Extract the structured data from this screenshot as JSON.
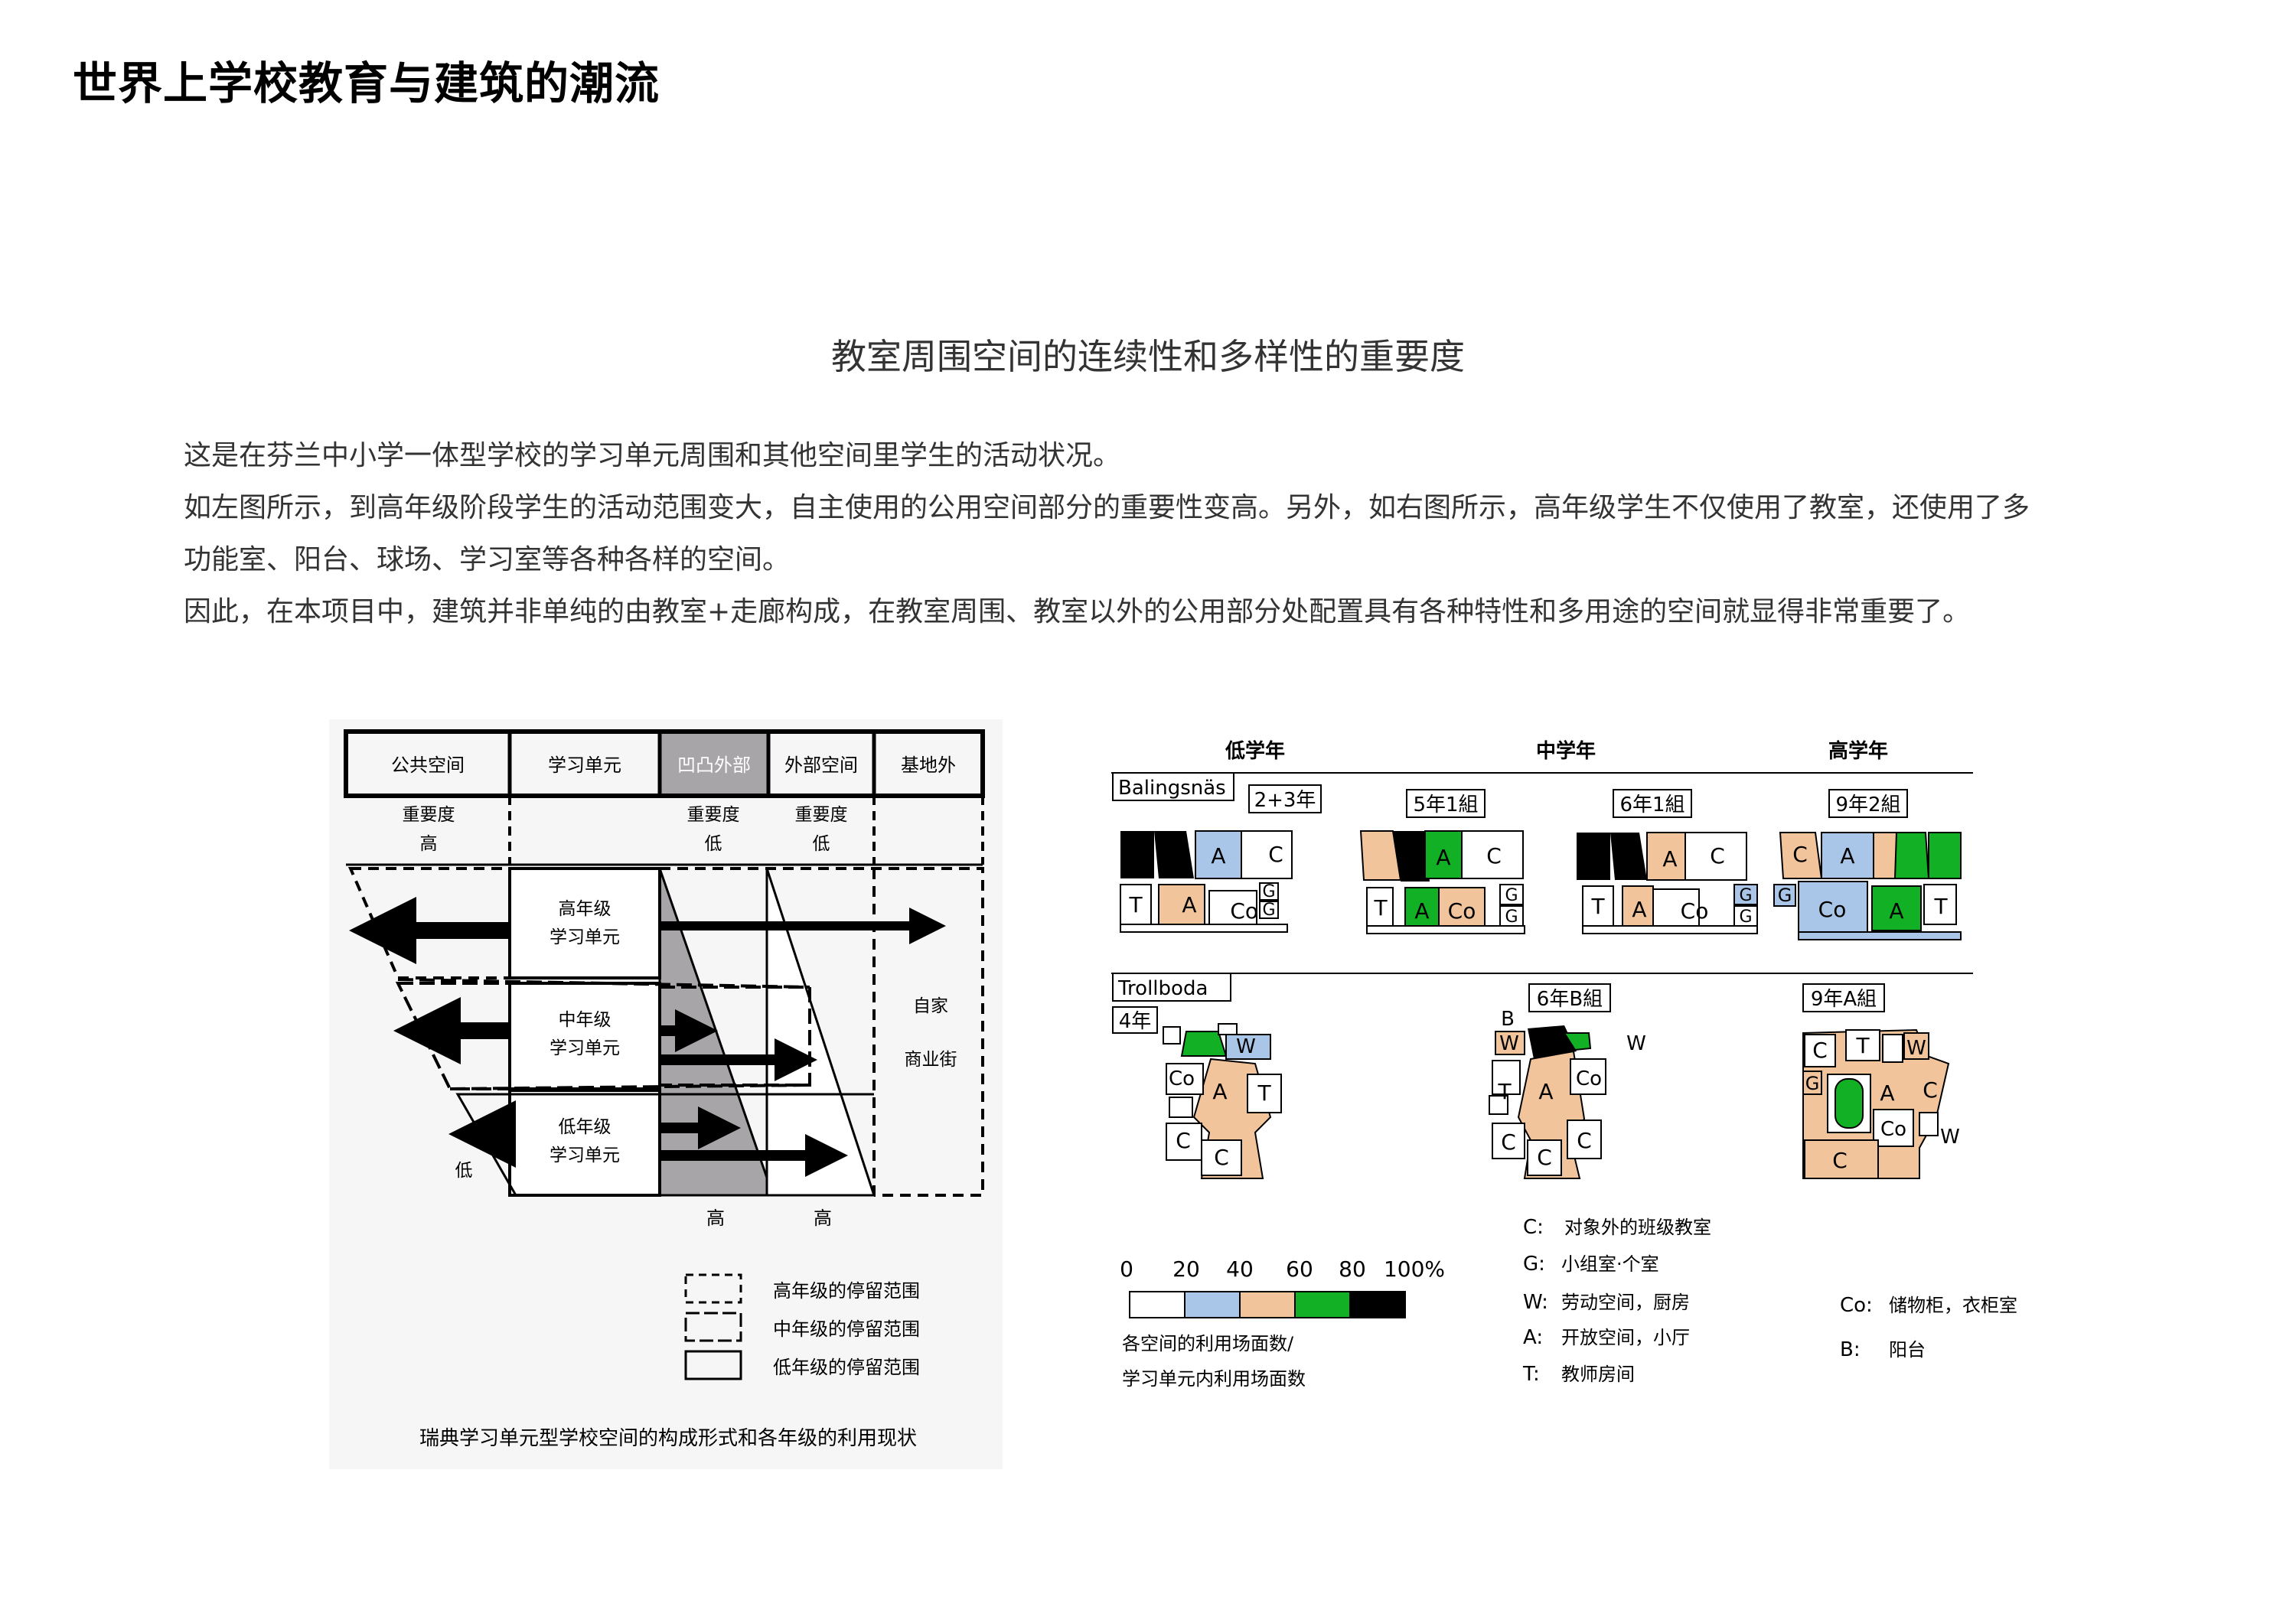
{
  "page_title": "世界上学校教育与建筑的潮流",
  "section_title": "教室周围空间的连续性和多样性的重要度",
  "paragraphs": [
    "这是在芬兰中小学一体型学校的学习单元周围和其他空间里学生的活动状况。",
    "如左图所示，到高年级阶段学生的活动范围变大，自主使用的公用空间部分的重要性变高。另外，如右图所示，高年级学生不仅使用了教室，还使用了多",
    "功能室、阳台、球场、学习室等各种各样的空间。",
    "因此，在本项目中，建筑并非单纯的由教室+走廊构成，在教室周围、教室以外的公用部分处配置具有各种特性和多用途的空间就显得非常重要了。"
  ],
  "left_diagram": {
    "columns": [
      "公共空间",
      "学习单元",
      "凹凸外部",
      "外部空间",
      "基地外"
    ],
    "importance": [
      {
        "label": "重要度",
        "level": "高"
      },
      {
        "label": "重要度",
        "level": "低"
      },
      {
        "label": "重要度",
        "level": "低"
      }
    ],
    "units": [
      {
        "line1": "高年级",
        "line2": "学习单元"
      },
      {
        "line1": "中年级",
        "line2": "学习单元"
      },
      {
        "line1": "低年级",
        "line2": "学习单元"
      }
    ],
    "outside_labels": {
      "home": "自家",
      "street": "商业街"
    },
    "low_label": "低",
    "bottom_high_1": "高",
    "bottom_high_2": "高",
    "legend": [
      "高年级的停留范围",
      "中年级的停留范围",
      "低年级的停留范围"
    ],
    "caption": "瑞典学习单元型学校空间的构成形式和各年级的利用现状"
  },
  "right_diagram": {
    "grade_headers": [
      "低学年",
      "中学年",
      "高学年"
    ],
    "schools": [
      {
        "name": "Balingsnäs",
        "groups": [
          "2+3年",
          "5年1組",
          "6年1組",
          "9年2組"
        ]
      },
      {
        "name": "Trollboda",
        "groups": [
          "4年",
          "6年B組",
          "9年A組"
        ]
      }
    ],
    "plan_letters": {
      "A": "A",
      "C": "C",
      "T": "T",
      "Co": "Co",
      "G": "G",
      "W": "W",
      "B": "B"
    },
    "scale": {
      "ticks": [
        "0",
        "20",
        "40",
        "60",
        "80",
        "100%"
      ],
      "colors": [
        "#ffffff",
        "#a9c6e8",
        "#f2c49b",
        "#12b024",
        "#000000"
      ]
    },
    "scale_caption": [
      "各空间的利用场面数/",
      "学习单元内利用场面数"
    ],
    "legend_left": [
      {
        "key": "C:",
        "text": "对象外的班级教室"
      },
      {
        "key": "G:",
        "text": "小组室·个室"
      },
      {
        "key": "W:",
        "text": "劳动空间，厨房"
      },
      {
        "key": "A:",
        "text": "开放空间，小厅"
      },
      {
        "key": "T:",
        "text": "教师房间"
      }
    ],
    "legend_right": [
      {
        "key": "Co:",
        "text": "储物柜，衣柜室"
      },
      {
        "key": "B:",
        "text": "阳台"
      }
    ]
  },
  "colors": {
    "blue": "#a9c6e8",
    "peach": "#f2c49b",
    "green": "#12b024",
    "black": "#000000",
    "gray": "#a7a5a8"
  }
}
